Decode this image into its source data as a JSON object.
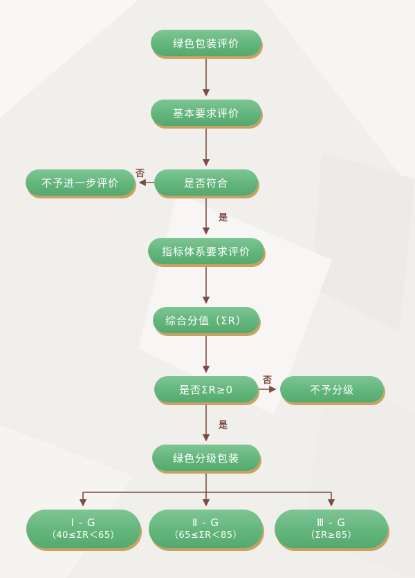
{
  "colors": {
    "background": "#f1efec",
    "node_gradient_top": "#7ec594",
    "node_gradient_bottom": "#54a96e",
    "node_shadow_gold": "#c9a263",
    "arrow": "#7b4b43",
    "node_text": "#ffffff"
  },
  "nodes": {
    "start": {
      "label": "绿色包装评价"
    },
    "basic_eval": {
      "label": "基本要求评价"
    },
    "comply_check": {
      "label": "是否符合"
    },
    "no_further_eval": {
      "label": "不予进一步评价"
    },
    "indicator_eval": {
      "label": "指标体系要求评价"
    },
    "total_score": {
      "label": "综合分值（ΣR）"
    },
    "score_check": {
      "label": "是否ΣR≥0"
    },
    "no_grading": {
      "label": "不予分级"
    },
    "graded_packaging": {
      "label": "绿色分级包装"
    },
    "grade_1": {
      "line1": "Ⅰ - G",
      "line2": "（40≤ΣR＜65）"
    },
    "grade_2": {
      "line1": "Ⅱ - G",
      "line2": "（65≤ΣR＜85）"
    },
    "grade_3": {
      "line1": "Ⅲ - G",
      "line2": "（ΣR≥85）"
    }
  },
  "edge_labels": {
    "comply_no": "否",
    "comply_yes": "是",
    "score_no": "否",
    "score_yes": "是"
  }
}
